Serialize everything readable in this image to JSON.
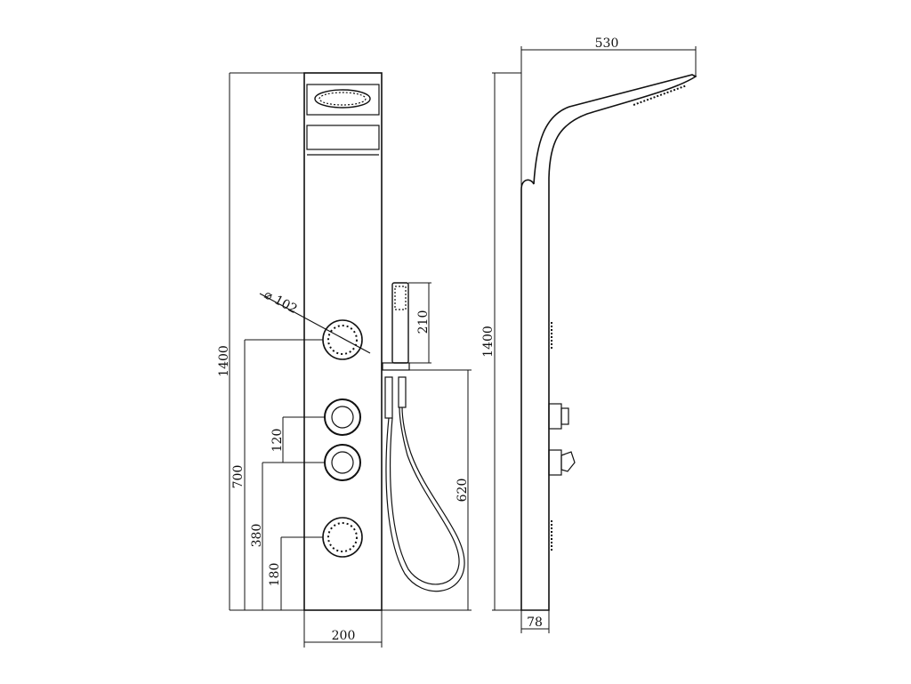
{
  "dimensions": {
    "panel_height_front": "1400",
    "panel_width": "200",
    "jet_diameter": "⌀ 102",
    "handshower_length": "210",
    "hose_bracket_height": "620",
    "top_jet_height": "700",
    "valve_spacing": "120",
    "lower_valve_height": "380",
    "bottom_jet_height": "180",
    "panel_height_side": "1400",
    "head_projection": "530",
    "panel_depth": "78"
  },
  "colors": {
    "line": "#111111",
    "background": "#ffffff"
  }
}
